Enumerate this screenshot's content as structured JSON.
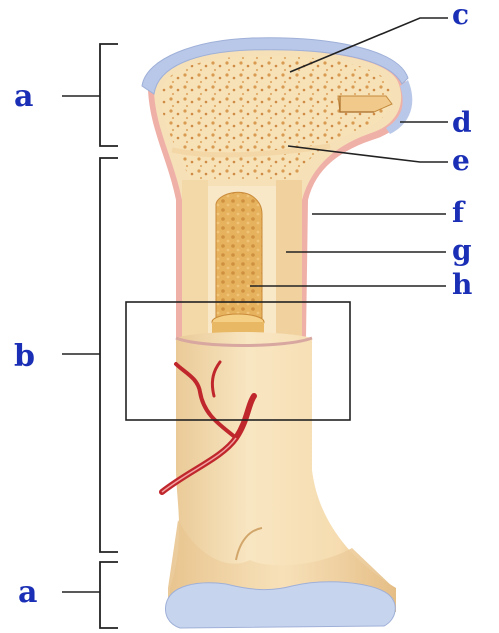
{
  "figure": {
    "labels": {
      "a_top": "a",
      "b": "b",
      "a_bottom": "a",
      "c": "c",
      "d": "d",
      "e": "e",
      "f": "f",
      "g": "g",
      "h": "h"
    },
    "colors": {
      "label": "#1a2fb5",
      "bone": "#f5deb0",
      "bone_shade": "#e8c48e",
      "spongy_dots": "#d99b52",
      "cartilage": "#b9c8e8",
      "periosteum": "#e59a9a",
      "marrow": "#e6b25d",
      "vessel": "#c0272d",
      "leader_line": "#222222"
    }
  }
}
